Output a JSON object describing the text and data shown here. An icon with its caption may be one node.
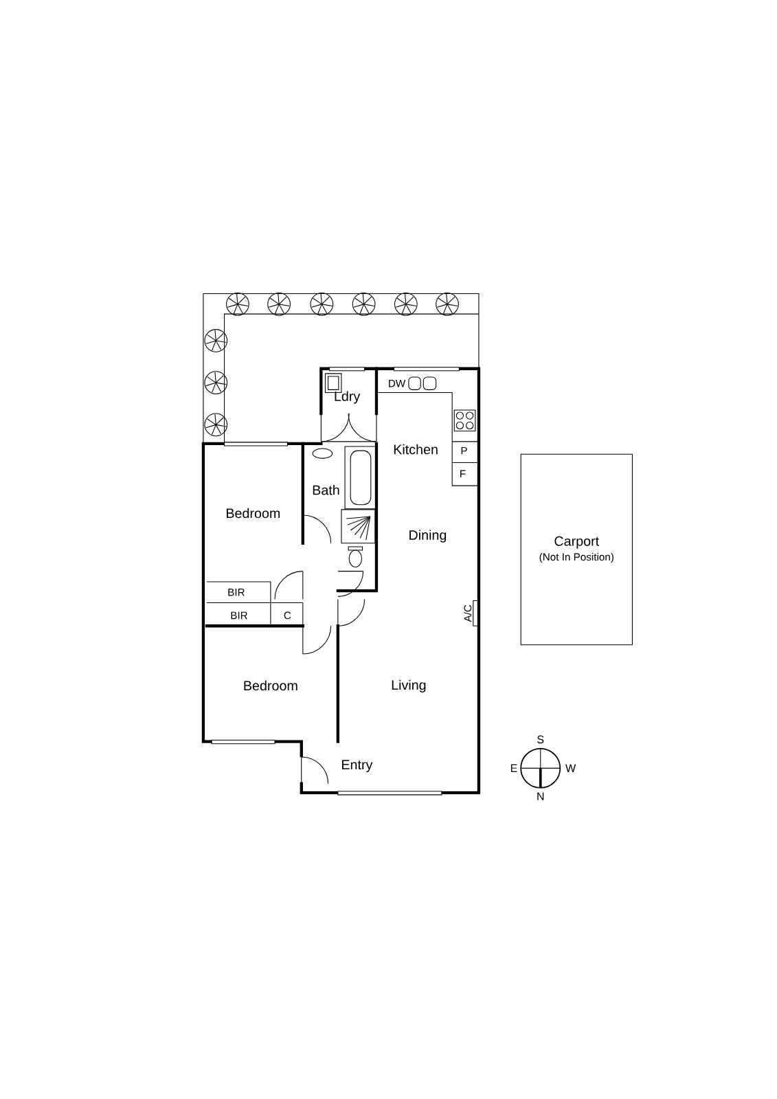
{
  "diagram": {
    "nodes": [
      {
        "text": [
          "Carport",
          "(Not In Position)"
        ]
      }
    ],
    "labels": [
      "Ldry",
      "DW",
      "Kitchen",
      "P",
      "F",
      "Bath",
      "Bedroom",
      "Dining",
      "BIR",
      "BIR",
      "C",
      "A/C",
      "Bedroom",
      "Living",
      "Entry",
      "S",
      "E",
      "W",
      "N"
    ]
  }
}
